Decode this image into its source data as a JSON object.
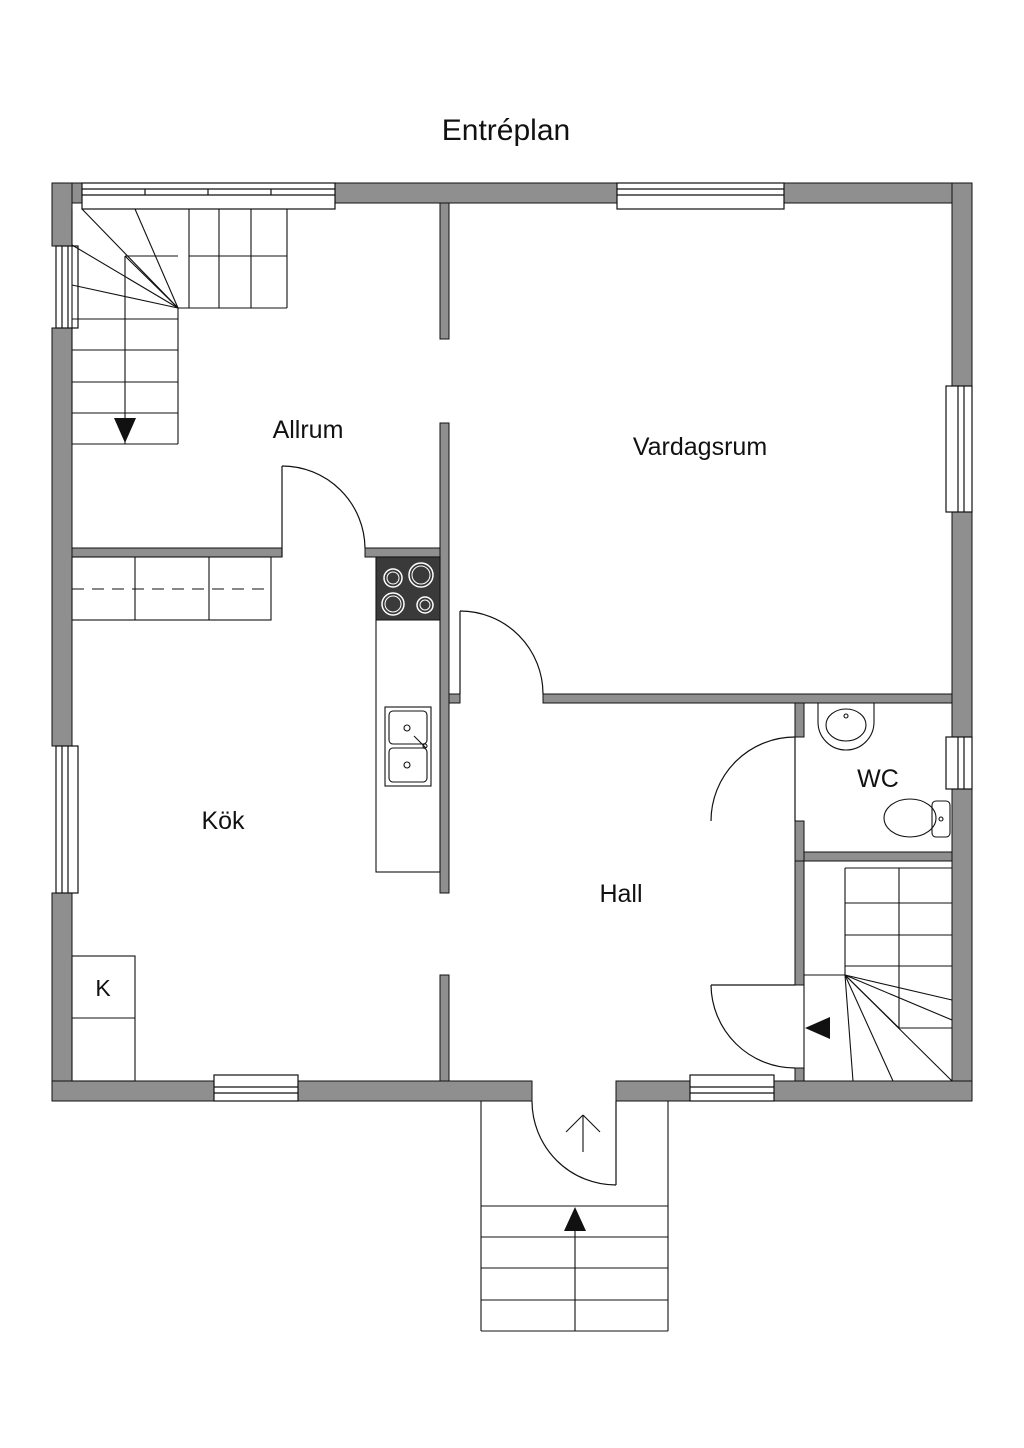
{
  "title": "Entréplan",
  "rooms": {
    "allrum": "Allrum",
    "vardagsrum": "Vardagsrum",
    "kok": "Kök",
    "hall": "Hall",
    "wc": "WC",
    "kyl": "K"
  },
  "colors": {
    "wall": "#8f8f8f",
    "line": "#111111",
    "background": "#ffffff",
    "stove": "#3a3a3a"
  }
}
